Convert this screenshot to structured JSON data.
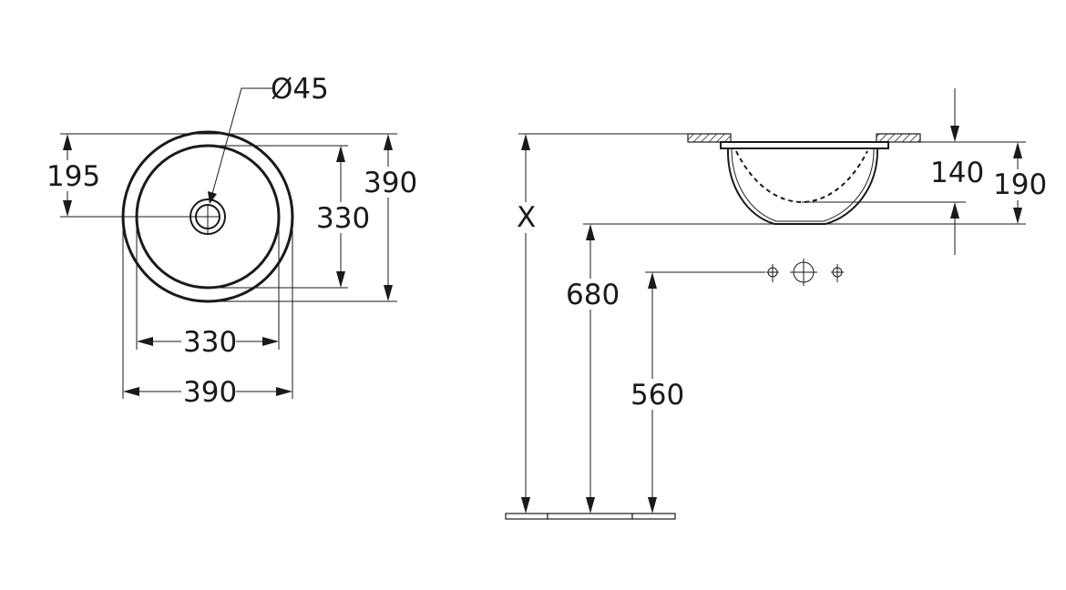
{
  "plan_view": {
    "drain_diameter": "Ø45",
    "center_offset": "195",
    "outer_diameter_vertical": "390",
    "inner_diameter_vertical": "330",
    "inner_diameter_horizontal": "330",
    "outer_diameter_horizontal": "390"
  },
  "elevation_view": {
    "mounting_height": "X",
    "bowl_bottom_height": "680",
    "tap_height": "560",
    "bowl_inner_depth": "140",
    "bowl_total_depth": "190"
  }
}
